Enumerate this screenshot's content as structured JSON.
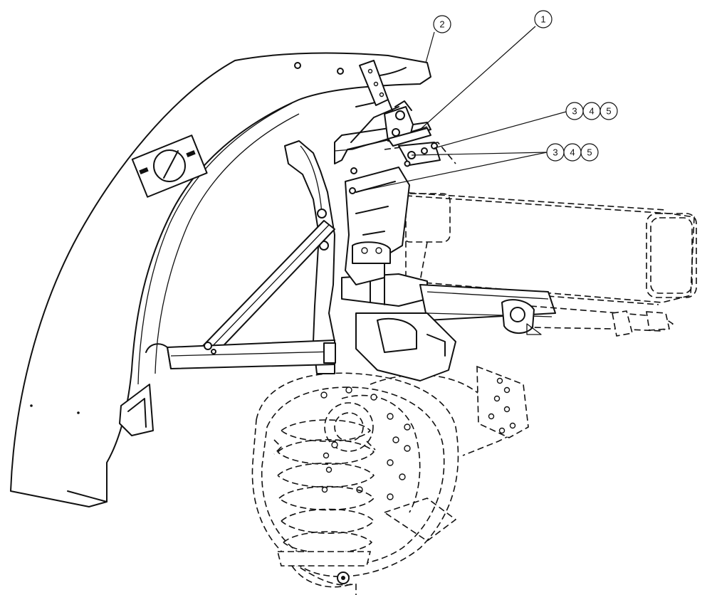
{
  "callouts": {
    "fender": "2",
    "bracket": "1",
    "upper_group": [
      "3",
      "4",
      "5"
    ],
    "lower_group": [
      "3",
      "4",
      "5"
    ]
  },
  "colors": {
    "line": "#111111",
    "background": "#ffffff"
  },
  "icons": {
    "fender_decal": "warning-symbol-icon"
  }
}
